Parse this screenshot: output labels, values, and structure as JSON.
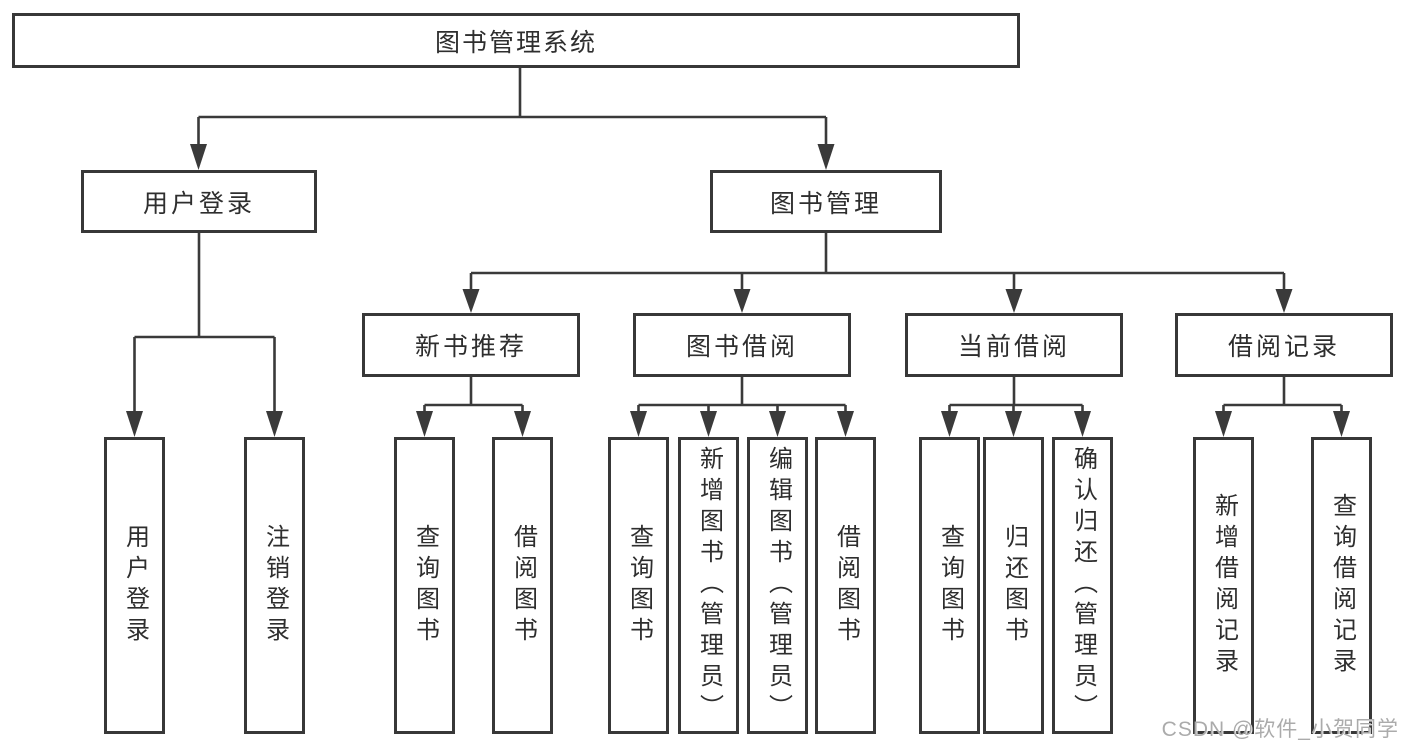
{
  "tree": {
    "root": "图书管理系统",
    "children": [
      {
        "label": "用户登录",
        "children": [
          "用户登录",
          "注销登录"
        ]
      },
      {
        "label": "图书管理",
        "children": [
          {
            "label": "新书推荐",
            "children": [
              "查询图书",
              "借阅图书"
            ]
          },
          {
            "label": "图书借阅",
            "children": [
              "查询图书",
              "新增图书（管理员）",
              "编辑图书（管理员）",
              "借阅图书"
            ]
          },
          {
            "label": "当前借阅",
            "children": [
              "查询图书",
              "归还图书",
              "确认归还（管理员）"
            ]
          },
          {
            "label": "借阅记录",
            "children": [
              "新增借阅记录",
              "查询借阅记录"
            ]
          }
        ]
      }
    ]
  },
  "watermark": {
    "text": "CSDN @软件_小贺同学"
  },
  "colors": {
    "line": "#3a3a3a",
    "box_border": "#383838",
    "text": "#2e2e2e",
    "watermark": "#ababab",
    "background": "#ffffff"
  }
}
